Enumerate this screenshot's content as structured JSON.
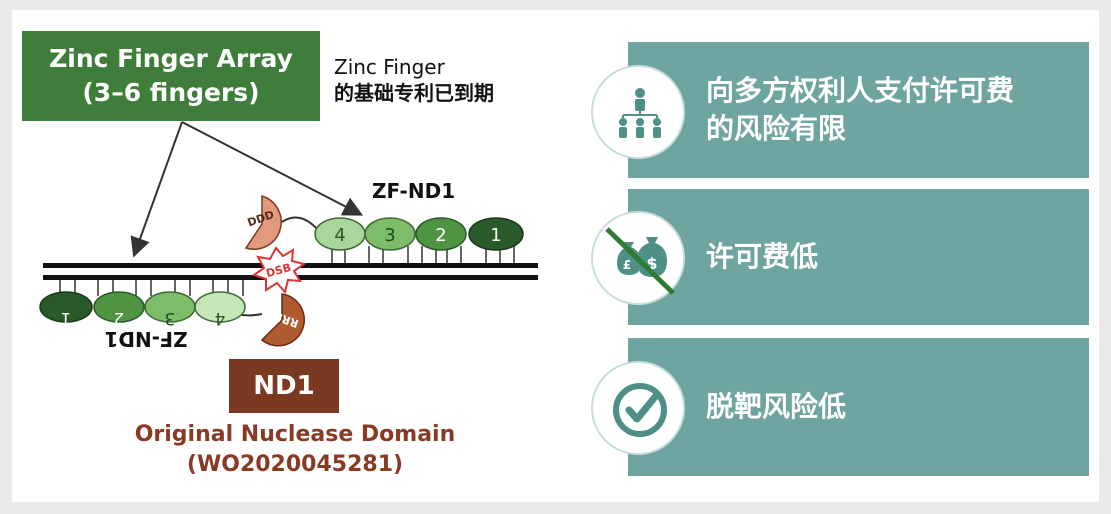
{
  "left": {
    "zinc_array": {
      "line1": "Zinc Finger Array",
      "line2": "(3–6 fingers)"
    },
    "patent_note": {
      "line1": "Zinc Finger",
      "line2": "的基础专利已到期"
    },
    "zf_top_label": "ZF-ND1",
    "zf_bottom_label": "ZF-ND1",
    "ddd_label": "DDD",
    "rrr_label": "RRR",
    "dsb_label": "DSB",
    "top_fingers": [
      "4",
      "3",
      "2",
      "1"
    ],
    "bottom_fingers": [
      "1",
      "2",
      "3",
      "4"
    ],
    "nd1_label": "ND1",
    "domain_line1": "Original Nuclease Domain",
    "domain_line2": "(WO2020045281)"
  },
  "panels": [
    {
      "text_line1": "向多方权利人支付许可费",
      "text_line2": "的风险有限",
      "icon": "people-hierarchy-icon"
    },
    {
      "text_line1": "许可费低",
      "text_line2": "",
      "icon": "money-bags-crossed-icon"
    },
    {
      "text_line1": "脱靶风险低",
      "text_line2": "",
      "icon": "check-circle-icon"
    }
  ],
  "colors": {
    "panel": "#6fa5a0",
    "zinc_box": "#3f7d3a",
    "nd1_box": "#7a3a22",
    "finger_light": "#a9d69a",
    "finger_mid": "#5da24e",
    "finger_dark": "#2a5a2a",
    "ddd": "#e39a7c",
    "rrr": "#b05a32"
  }
}
